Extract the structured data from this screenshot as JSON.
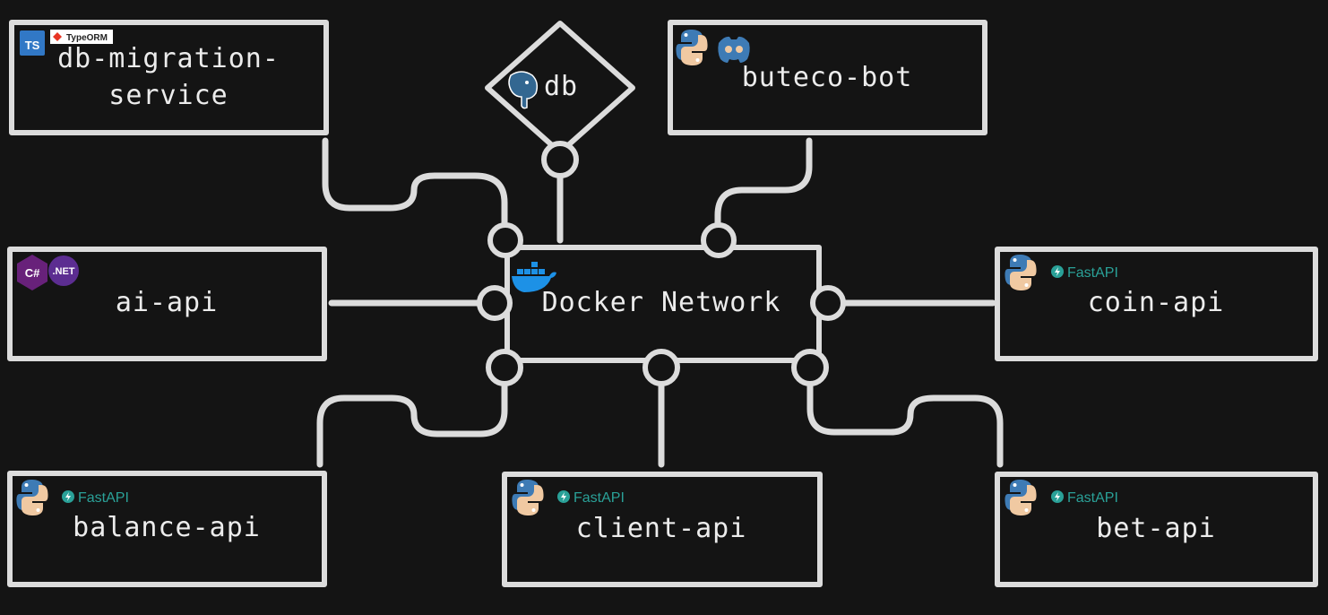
{
  "colors": {
    "background": "#141414",
    "stroke": "#dcdcdc",
    "text": "#ececec",
    "fastapi": "#2aa198",
    "docker": "#1d91e6",
    "typescript": "#3178c6",
    "csharp": "#68217a",
    "dotnet": "#5c2d91",
    "python_blue": "#3e7bb5",
    "python_orange": "#f0c9a2"
  },
  "center": {
    "label": "Docker Network",
    "icon": "docker-whale-icon"
  },
  "database": {
    "label": "db",
    "icon": "postgresql-elephant-icon"
  },
  "services": {
    "db_migration": {
      "label_line1": "db-migration-",
      "label_line2": "service",
      "badges": [
        "TS",
        "TypeORM"
      ]
    },
    "buteco_bot": {
      "label": "buteco-bot",
      "icons": [
        "python-icon",
        "discord-icon"
      ]
    },
    "ai_api": {
      "label": "ai-api",
      "badges": [
        "C#",
        ".NET"
      ]
    },
    "coin_api": {
      "label": "coin-api",
      "framework": "FastAPI"
    },
    "balance_api": {
      "label": "balance-api",
      "framework": "FastAPI"
    },
    "client_api": {
      "label": "client-api",
      "framework": "FastAPI"
    },
    "bet_api": {
      "label": "bet-api",
      "framework": "FastAPI"
    }
  }
}
